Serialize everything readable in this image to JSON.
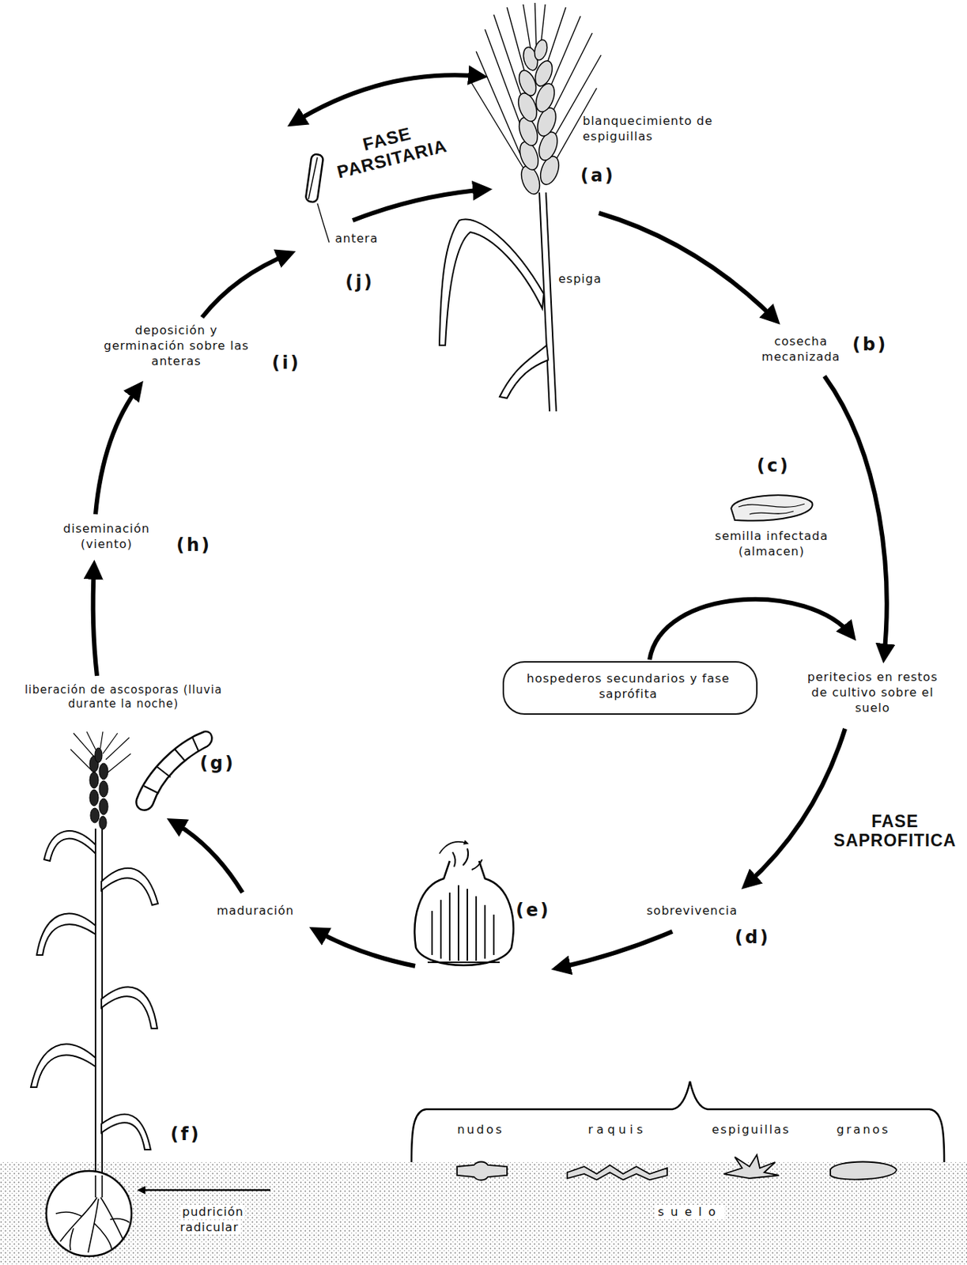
{
  "diagram": {
    "nodes": [
      {
        "text": [
          "hospederos secundarios y fase saprófita"
        ]
      }
    ],
    "labels": [
      "FASE PARSITARIA",
      "blanquecimiento de espiguillas",
      "(a)",
      "espiga",
      "antera",
      "(j)",
      "cosecha mecanizada",
      "(b)",
      "(c)",
      "semilla infectada (almacen)",
      "peritecios en restos de cultivo sobre el suelo",
      "FASE SAPROFITICA",
      "sobrevivencia",
      "(d)",
      "(e)",
      "maduración",
      "liberación de ascosporas (lluvia durante la noche)",
      "(g)",
      "diseminación (viento)",
      "(h)",
      "deposición y germinación sobre las anteras",
      "(i)",
      "(f)",
      "pudrición radicular",
      "nudos",
      "raquis",
      "espiguillas",
      "granos",
      "suelo"
    ]
  }
}
